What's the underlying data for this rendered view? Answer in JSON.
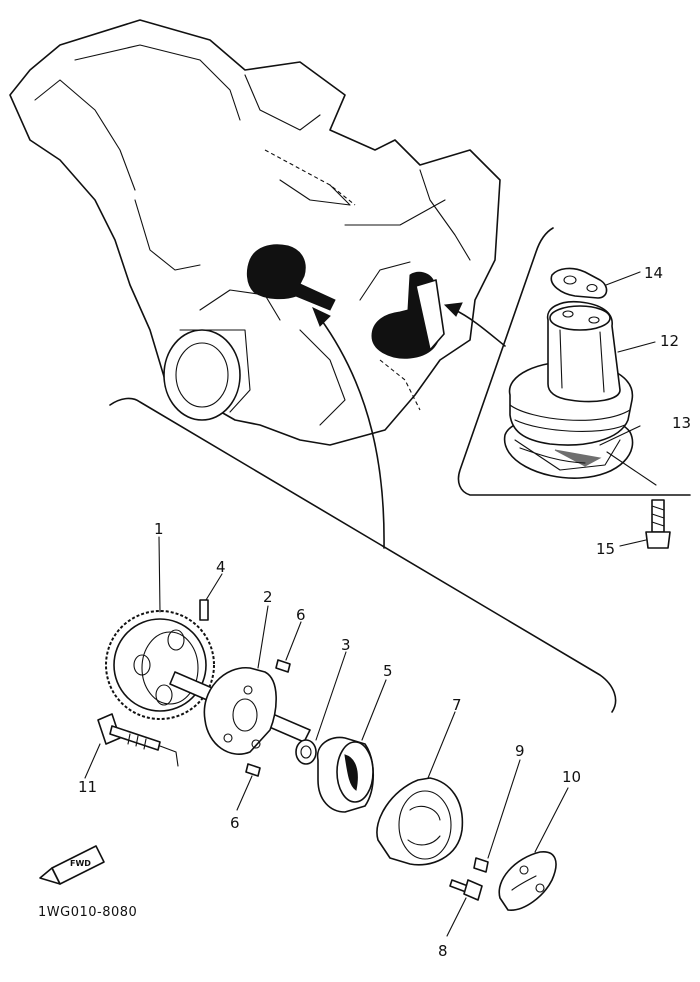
{
  "diagram": {
    "drawing_code": "1WG010-8080",
    "forward_icon_text": "FWD",
    "callouts": [
      {
        "id": "1",
        "text": "1"
      },
      {
        "id": "2",
        "text": "2"
      },
      {
        "id": "3",
        "text": "3"
      },
      {
        "id": "4",
        "text": "4"
      },
      {
        "id": "5",
        "text": "5"
      },
      {
        "id": "6a",
        "text": "6"
      },
      {
        "id": "6b",
        "text": "6"
      },
      {
        "id": "7",
        "text": "7"
      },
      {
        "id": "8",
        "text": "8"
      },
      {
        "id": "9",
        "text": "9"
      },
      {
        "id": "10",
        "text": "10"
      },
      {
        "id": "11",
        "text": "11"
      },
      {
        "id": "12",
        "text": "12"
      },
      {
        "id": "13",
        "text": "13"
      },
      {
        "id": "14",
        "text": "14"
      },
      {
        "id": "15",
        "text": "15"
      }
    ]
  }
}
